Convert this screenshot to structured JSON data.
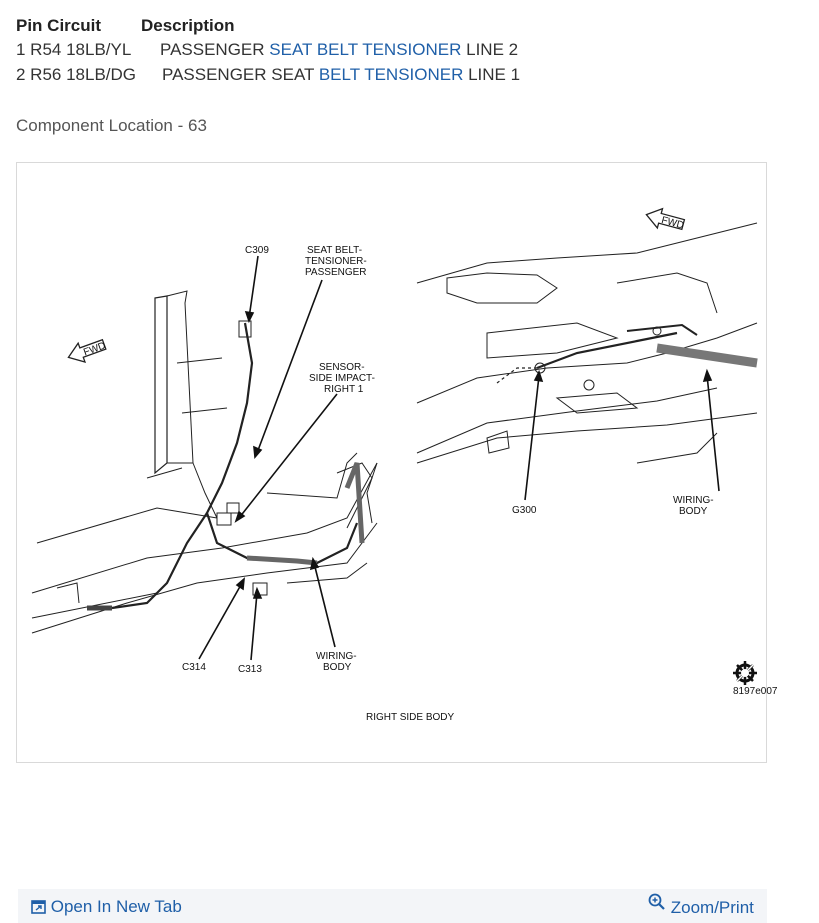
{
  "table": {
    "headers": {
      "pin_circuit": "Pin Circuit",
      "description": "Description"
    },
    "rows": [
      {
        "pin_circuit": "1 R54 18LB/YL",
        "desc_prefix": "PASSENGER ",
        "link1": "SEAT BELT TENSIONER",
        "desc_suffix": " LINE 2"
      },
      {
        "pin_circuit": "2 R56 18LB/DG",
        "desc_prefix": "PASSENGER SEAT ",
        "link1": "BELT TENSIONER",
        "desc_suffix": " LINE 1"
      }
    ]
  },
  "component_location": "Component Location - 63",
  "diagram": {
    "labels": {
      "fwd_left": "FWD",
      "fwd_right": "FWD",
      "c309": "C309",
      "seat_belt_1": "SEAT BELT-",
      "seat_belt_2": "TENSIONER-",
      "seat_belt_3": "PASSENGER",
      "sensor_1": "SENSOR-",
      "sensor_2": "SIDE IMPACT-",
      "sensor_3": "RIGHT 1",
      "c314": "C314",
      "c313": "C313",
      "wiring_left_1": "WIRING-",
      "wiring_left_2": "BODY",
      "g300": "G300",
      "wiring_right_1": "WIRING-",
      "wiring_right_2": "BODY",
      "code": "8197e007",
      "caption": "RIGHT SIDE BODY"
    },
    "icons": [
      "fwd-arrow-icon",
      "gear-service-icon"
    ]
  },
  "footer": {
    "open_label": "Open In New Tab",
    "zoom_label": "Zoom/Print"
  },
  "colors": {
    "link": "#1f5fa8",
    "footer_bg": "#f3f5f8",
    "border": "#d9d9d9"
  }
}
